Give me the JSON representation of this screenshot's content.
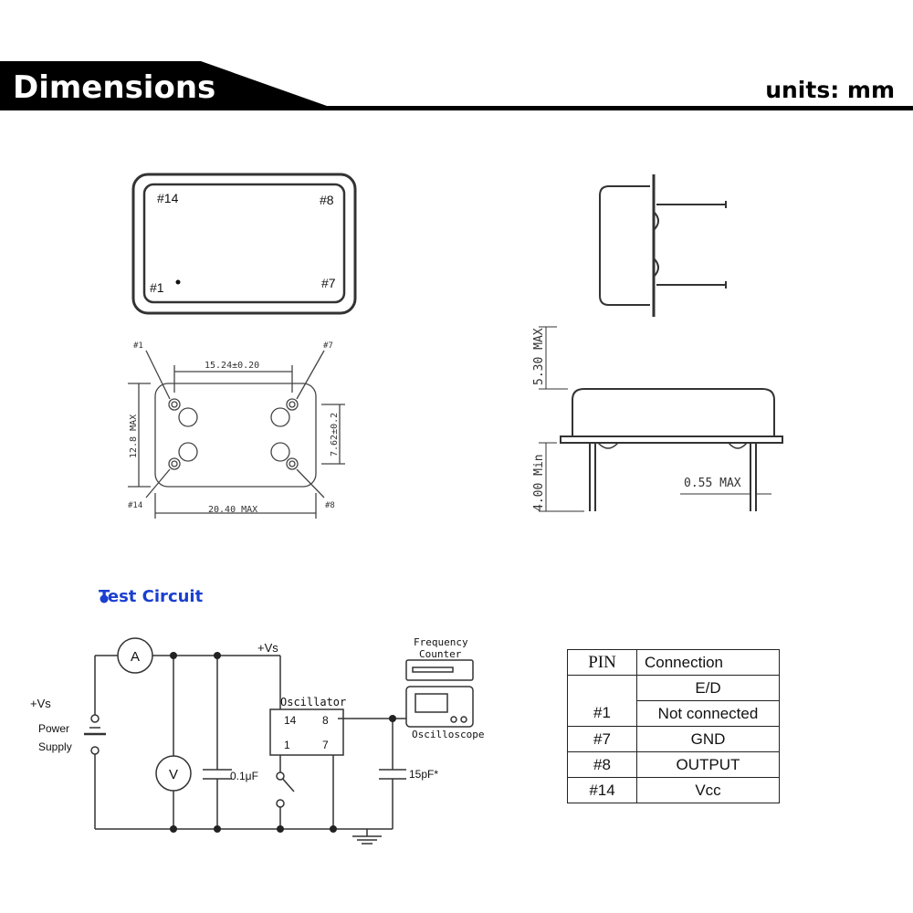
{
  "header": {
    "title": "Dimensions",
    "units": "units: mm"
  },
  "top_view": {
    "pins": [
      "#14",
      "#8",
      "#1",
      "#7"
    ]
  },
  "bottom_view": {
    "pin_labels": [
      "#1",
      "#7",
      "#14",
      "#8"
    ],
    "dim_pitch": "15.24±0.20",
    "dim_height": "12.8 MAX",
    "dim_row": "7.62±0.2",
    "dim_width": "20.40 MAX"
  },
  "side_view": {
    "dim_body": "5.30 MAX",
    "dim_lead": "4.00 Min",
    "dim_pin": "0.55 MAX"
  },
  "test_circuit": {
    "title": "Test Circuit",
    "vs_top": "+Vs",
    "vs_left": "+Vs",
    "power_supply_1": "Power",
    "power_supply_2": "Supply",
    "ammeter": "A",
    "voltmeter": "V",
    "capacitor": "0.1μF",
    "oscillator": "Oscillator",
    "osc_pin14": "14",
    "osc_pin8": "8",
    "osc_pin1": "1",
    "osc_pin7": "7",
    "freq_counter_1": "Frequency",
    "freq_counter_2": "Counter",
    "oscilloscope": "Oscilloscope",
    "load_cap": "15pF*"
  },
  "pin_table": {
    "header_pin": "PIN",
    "header_connection": "Connection",
    "rows": [
      {
        "pin": "#1",
        "connection_1": "E/D",
        "connection_2": "Not connected"
      },
      {
        "pin": "#7",
        "connection": "GND"
      },
      {
        "pin": "#8",
        "connection": "OUTPUT"
      },
      {
        "pin": "#14",
        "connection": "Vcc"
      }
    ]
  }
}
